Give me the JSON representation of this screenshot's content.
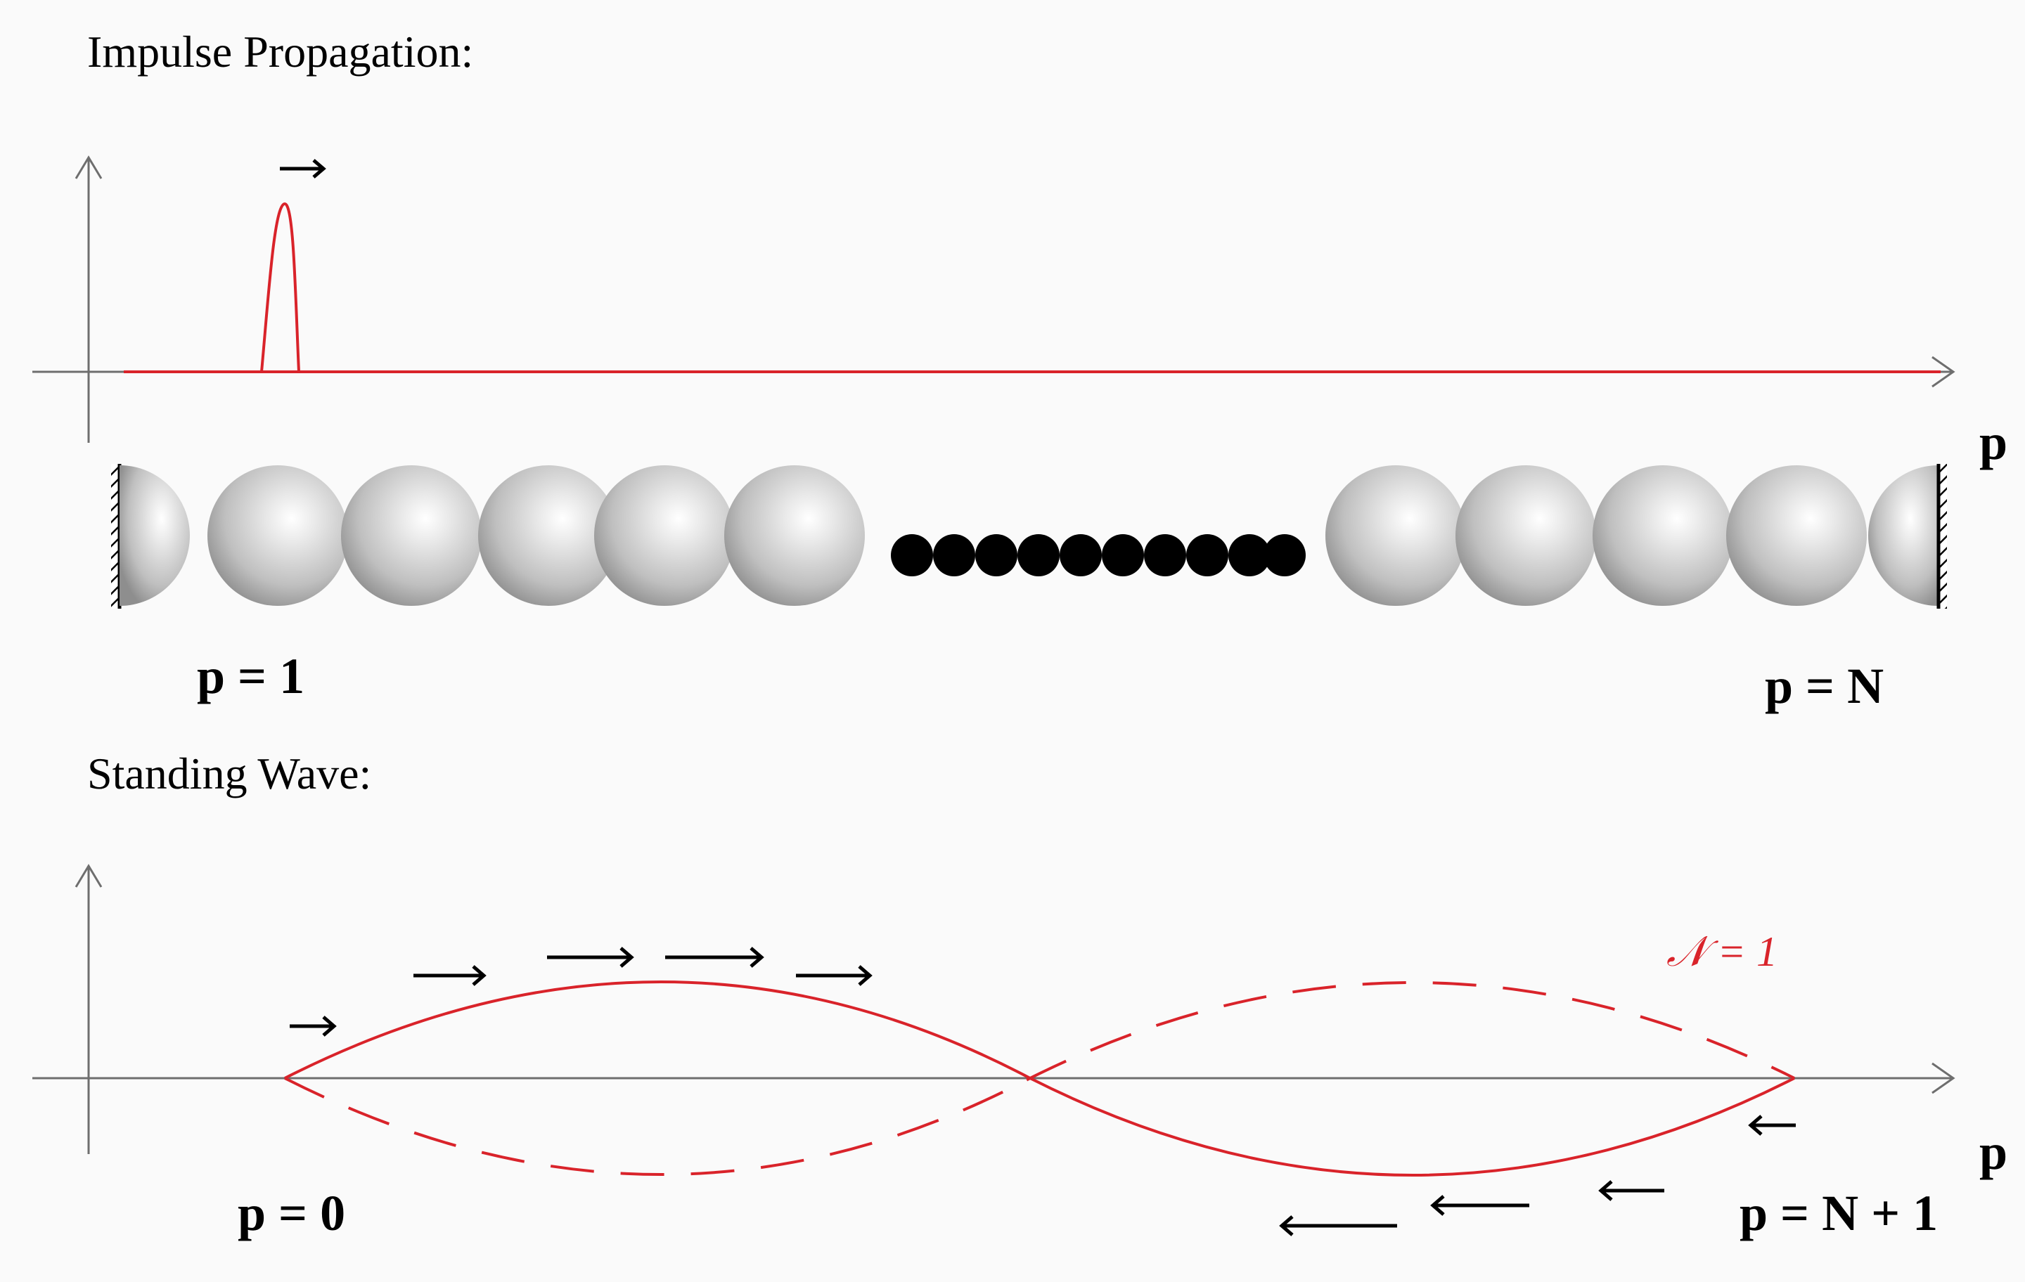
{
  "titles": {
    "impulse": "Impulse Propagation:",
    "standing": "Standing Wave:"
  },
  "labels": {
    "p_axis_top": "p",
    "p_axis_bottom": "p",
    "p_first": "p = 1",
    "p_last": "p = N",
    "p_zero": "p = 0",
    "p_end": "p = N + 1",
    "mode": "𝒩 = 1"
  },
  "colors": {
    "wave": "#d9232a",
    "axis": "#6e6e6e",
    "arrow": "#000000",
    "small_bead": "#000000"
  },
  "icons": {
    "bead": "grey-sphere",
    "wall": "hatched-wall",
    "direction": "arrow"
  }
}
